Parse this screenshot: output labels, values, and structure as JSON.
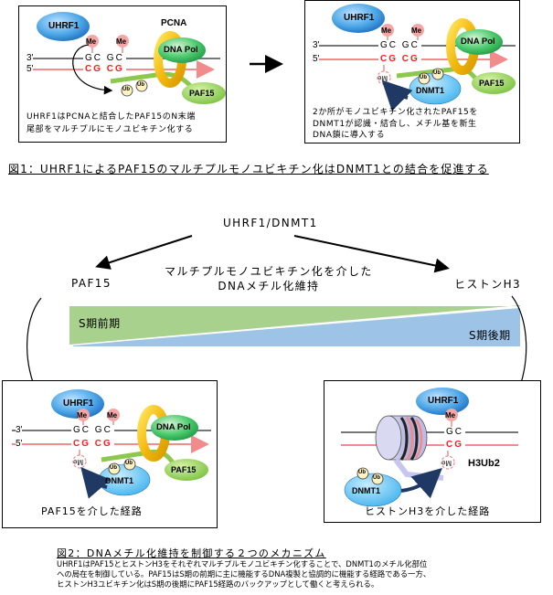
{
  "figure1": {
    "panel_a": {
      "uhrf1": "UHRF1",
      "pcna": "PCNA",
      "me_labels": [
        "Me",
        "Me"
      ],
      "strand3": "3'",
      "strand5": "5'",
      "top_seq": [
        "G",
        "C",
        "G",
        "C"
      ],
      "bottom_seq": [
        "C",
        "G",
        "C",
        "G"
      ],
      "dna_pol": "DNA Pol",
      "paf15": "PAF15",
      "ub_labels": [
        "Ub",
        "Ub"
      ],
      "caption_lines": [
        "UHRF1はPCNAと結合したPAF15のN末端",
        "尾部をマルチプルにモノユビキチン化する"
      ]
    },
    "panel_b": {
      "uhrf1": "UHRF1",
      "me_labels": [
        "Me",
        "Me"
      ],
      "new_me": "Me",
      "strand3": "3'",
      "strand5": "5'",
      "top_seq": [
        "G",
        "C",
        "G",
        "C"
      ],
      "bottom_seq": [
        "C",
        "G",
        "C",
        "G"
      ],
      "dna_pol": "DNA Pol",
      "paf15": "PAF15",
      "dnmt1": "DNMT1",
      "ub_labels": [
        "Ub",
        "Ub"
      ],
      "caption_lines": [
        "2か所がモノユビキチン化されたPAF15を",
        "DNMT1が認識・結合し、メチル基を新生",
        "DNA鎖に導入する"
      ]
    },
    "title": "図1：UHRF1によるPAF15のマルチプルモノユビキチン化はDNMT1との結合を促進する"
  },
  "figure2": {
    "top_label": "UHRF1/DNMT1",
    "left_label": "PAF15",
    "right_label": "ヒストンH3",
    "center_lines": [
      "マルチプルモノユビキチン化を介した",
      "DNAメチル化維持"
    ],
    "early_s": "S期前期",
    "late_s": "S期後期",
    "colors": {
      "early": "#a9d18e",
      "late": "#9dc3e6"
    },
    "panel_left": {
      "uhrf1": "UHRF1",
      "me_labels": [
        "Me",
        "Me"
      ],
      "new_me": "Me",
      "strand3": "3'",
      "strand5": "5'",
      "top_seq": [
        "G",
        "C",
        "G",
        "C"
      ],
      "bottom_seq": [
        "C",
        "G",
        "C",
        "G"
      ],
      "dna_pol": "DNA Pol",
      "paf15": "PAF15",
      "dnmt1": "DNMT1",
      "ub_labels": [
        "Ub",
        "Ub"
      ],
      "caption": "PAF15を介した経路"
    },
    "panel_right": {
      "uhrf1": "UHRF1",
      "me_label": "Me",
      "new_me": "Me",
      "top_seq": [
        "G",
        "C"
      ],
      "bottom_seq": [
        "C",
        "G"
      ],
      "dnmt1": "DNMT1",
      "ub_labels": [
        "Ub",
        "Ub"
      ],
      "h3ub2": "H3Ub2",
      "caption": "ヒストンH3を介した経路"
    },
    "title": "図2：DNAメチル化維持を制御する２つのメカニズム",
    "description_lines": [
      "UHRF1はPAF15とヒストンH3をそれぞれマルチプルモノユビキチン化することで、DNMT1のメチル化部位",
      "への局在を制御している。PAF15はS期の前期に主に機能するDNA複製と協調的に機能する経路である一方、",
      "ヒストンH3ユビキチン化はS期の後期にPAF15経路のバックアップとして働くと考えられる。"
    ]
  }
}
